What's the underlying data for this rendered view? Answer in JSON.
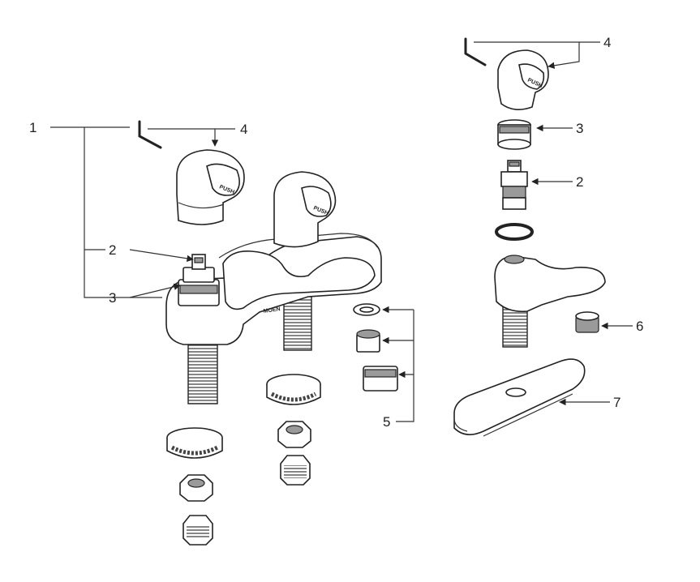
{
  "diagram": {
    "callouts": [
      "1",
      "2",
      "3",
      "4",
      "5",
      "6",
      "7"
    ],
    "handle_label": "PUSH",
    "brand_mark": "MOEN"
  }
}
